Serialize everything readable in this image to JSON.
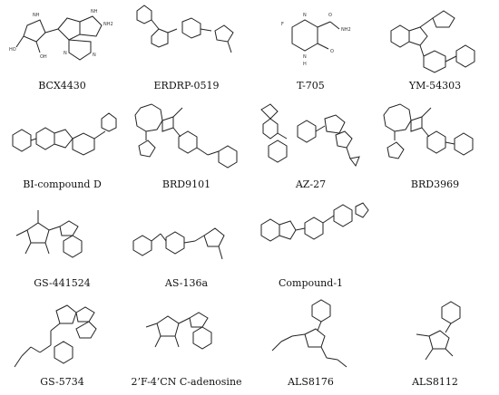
{
  "compounds": [
    {
      "name": "BCX4430"
    },
    {
      "name": "ERDRP-0519"
    },
    {
      "name": "T-705"
    },
    {
      "name": "YM-54303"
    },
    {
      "name": "BI-compound D"
    },
    {
      "name": "BRD9101"
    },
    {
      "name": "AZ-27"
    },
    {
      "name": "BRD3969"
    },
    {
      "name": "GS-441524"
    },
    {
      "name": "AS-136a"
    },
    {
      "name": "Compound-1"
    },
    {
      "name": "GS-5734"
    },
    {
      "name": "2’F-4’CN C-adenosine"
    },
    {
      "name": "ALS8176"
    },
    {
      "name": "ALS8112"
    }
  ],
  "atom_labels": {
    "bcx": [
      "NH",
      "NH",
      "NH2",
      "HO",
      "OH",
      "N",
      "N"
    ],
    "t705": [
      "F",
      "N",
      "NH2",
      "O",
      "O",
      "N",
      "H"
    ]
  }
}
